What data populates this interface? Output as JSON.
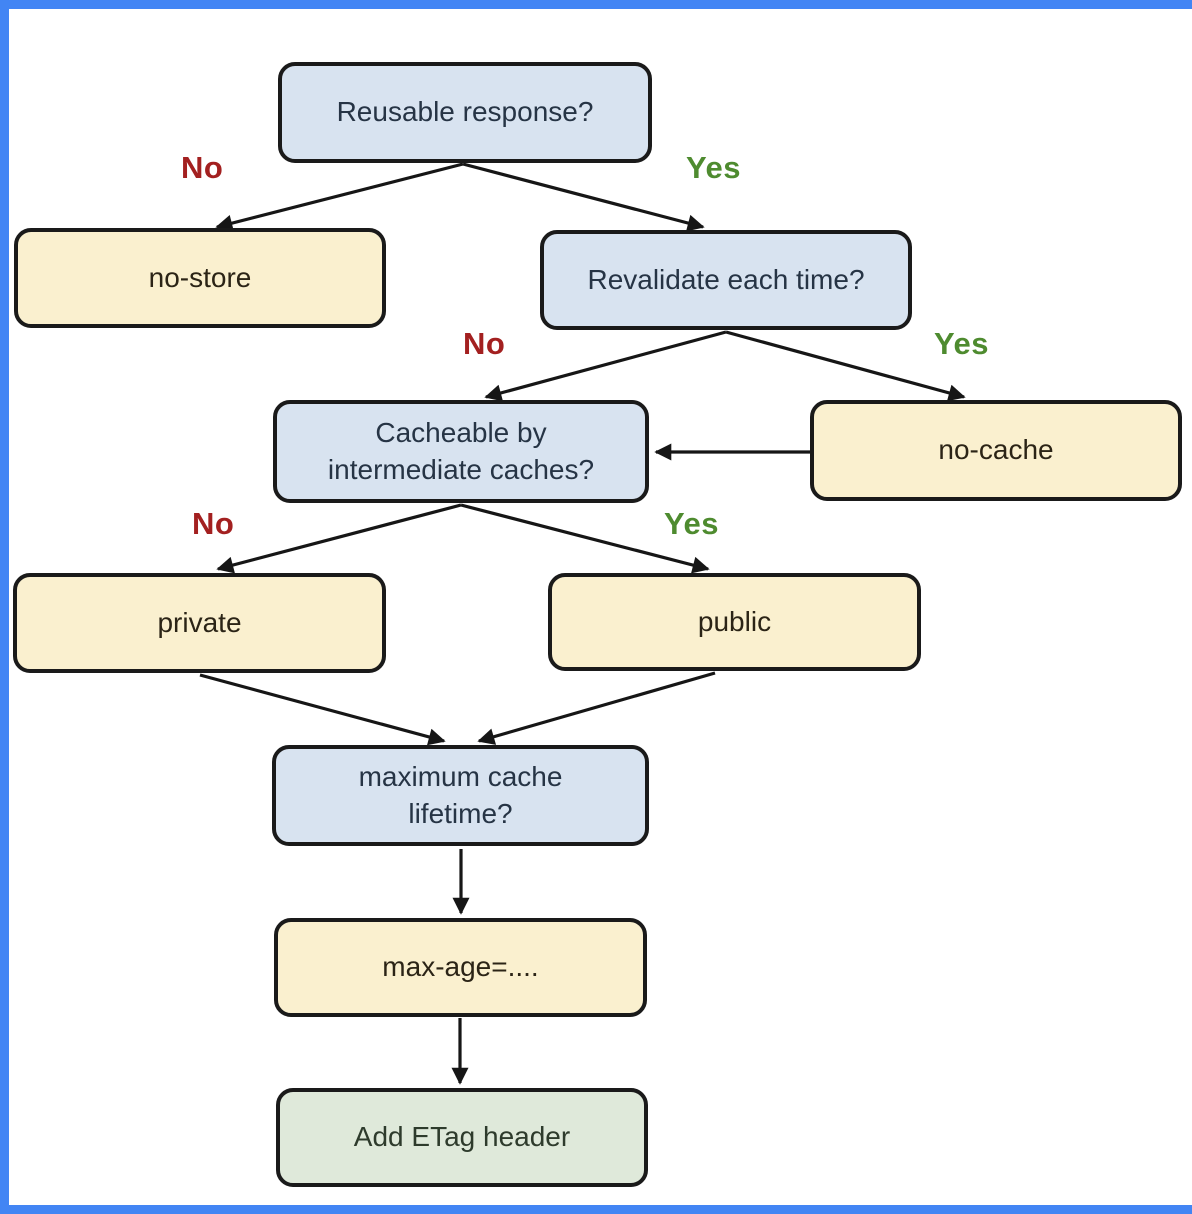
{
  "diagram": {
    "nodes": {
      "reusable_response": {
        "label": "Reusable response?",
        "kind": "question"
      },
      "no_store": {
        "label": "no-store",
        "kind": "directive"
      },
      "revalidate_each_time": {
        "label": "Revalidate each time?",
        "kind": "question"
      },
      "cacheable_by_intermediate": {
        "label": "Cacheable by intermediate caches?",
        "kind": "question"
      },
      "no_cache": {
        "label": "no-cache",
        "kind": "directive"
      },
      "private": {
        "label": "private",
        "kind": "directive"
      },
      "public": {
        "label": "public",
        "kind": "directive"
      },
      "maximum_cache_lifetime": {
        "label": "maximum cache lifetime?",
        "kind": "question"
      },
      "max_age": {
        "label": "max-age=....",
        "kind": "directive"
      },
      "add_etag_header": {
        "label": "Add ETag header",
        "kind": "action"
      }
    },
    "edge_labels": {
      "reusable_no": "No",
      "reusable_yes": "Yes",
      "revalidate_no": "No",
      "revalidate_yes": "Yes",
      "cacheable_no": "No",
      "cacheable_yes": "Yes"
    },
    "edges": [
      {
        "from": "reusable_response",
        "to": "no_store",
        "label": "No"
      },
      {
        "from": "reusable_response",
        "to": "revalidate_each_time",
        "label": "Yes"
      },
      {
        "from": "revalidate_each_time",
        "to": "cacheable_by_intermediate",
        "label": "No"
      },
      {
        "from": "revalidate_each_time",
        "to": "no_cache",
        "label": "Yes"
      },
      {
        "from": "no_cache",
        "to": "cacheable_by_intermediate",
        "label": ""
      },
      {
        "from": "cacheable_by_intermediate",
        "to": "private",
        "label": "No"
      },
      {
        "from": "cacheable_by_intermediate",
        "to": "public",
        "label": "Yes"
      },
      {
        "from": "private",
        "to": "maximum_cache_lifetime",
        "label": ""
      },
      {
        "from": "public",
        "to": "maximum_cache_lifetime",
        "label": ""
      },
      {
        "from": "maximum_cache_lifetime",
        "to": "max_age",
        "label": ""
      },
      {
        "from": "max_age",
        "to": "add_etag_header",
        "label": ""
      }
    ],
    "colors": {
      "frame": "#4285f4",
      "question_fill": "#d8e3f0",
      "directive_fill": "#faf0cf",
      "action_fill": "#dfe9da",
      "node_border": "#1a1a1a",
      "no_label": "#a32020",
      "yes_label": "#4e8b2f",
      "arrow": "#161616"
    }
  }
}
